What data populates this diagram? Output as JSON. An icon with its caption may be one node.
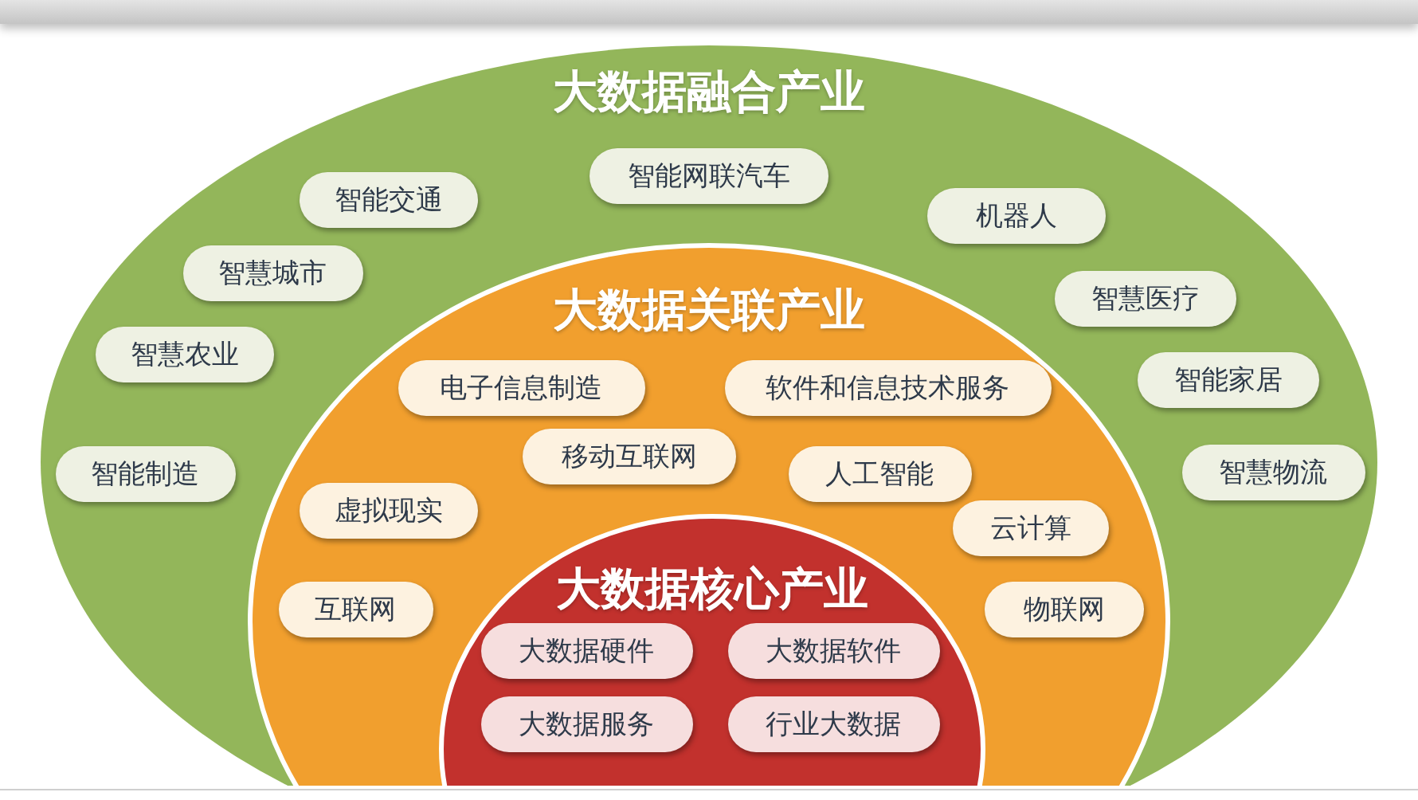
{
  "diagram": {
    "nodes": [
      {
        "text": [
          "大数据融合产业"
        ]
      },
      {
        "text": [
          "智能网联汽车"
        ],
        "in": 0
      },
      {
        "text": [
          "智能交通"
        ],
        "in": 0
      },
      {
        "text": [
          "机器人"
        ],
        "in": 0
      },
      {
        "text": [
          "智慧城市"
        ],
        "in": 0
      },
      {
        "text": [
          "智慧医疗"
        ],
        "in": 0
      },
      {
        "text": [
          "智慧农业"
        ],
        "in": 0
      },
      {
        "text": [
          "智能家居"
        ],
        "in": 0
      },
      {
        "text": [
          "智能制造"
        ],
        "in": 0
      },
      {
        "text": [
          "智慧物流"
        ],
        "in": 0
      },
      {
        "text": [
          "大数据关联产业"
        ],
        "in": 0
      },
      {
        "text": [
          "电子信息制造"
        ],
        "in": 10
      },
      {
        "text": [
          "软件和信息技术服务"
        ],
        "in": 10
      },
      {
        "text": [
          "移动互联网"
        ],
        "in": 10
      },
      {
        "text": [
          "人工智能"
        ],
        "in": 10
      },
      {
        "text": [
          "虚拟现实"
        ],
        "in": 10
      },
      {
        "text": [
          "云计算"
        ],
        "in": 10
      },
      {
        "text": [
          "互联网"
        ],
        "in": 10
      },
      {
        "text": [
          "物联网"
        ],
        "in": 10
      },
      {
        "text": [
          "大数据核心产业"
        ],
        "in": 10
      },
      {
        "text": [
          "大数据硬件"
        ],
        "in": 19
      },
      {
        "text": [
          "大数据软件"
        ],
        "in": 19
      },
      {
        "text": [
          "大数据服务"
        ],
        "in": 19
      },
      {
        "text": [
          "行业大数据"
        ],
        "in": 19
      }
    ]
  }
}
